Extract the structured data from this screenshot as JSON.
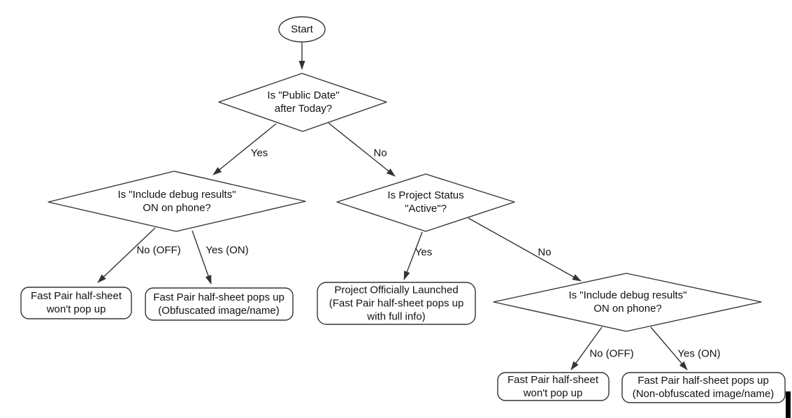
{
  "diagram": {
    "nodes": {
      "start": {
        "type": "terminator",
        "label": "Start"
      },
      "q_public_date": {
        "type": "decision",
        "label": "Is \"Public Date\"\nafter Today?"
      },
      "q_debug_left": {
        "type": "decision",
        "label": "Is \"Include debug results\"\nON on phone?"
      },
      "q_status": {
        "type": "decision",
        "label": "Is Project Status\n\"Active\"?"
      },
      "q_debug_right": {
        "type": "decision",
        "label": "Is \"Include debug results\"\nON on phone?"
      },
      "r_no_popup_left": {
        "type": "result",
        "label": "Fast Pair half-sheet\nwon't pop up"
      },
      "r_obfuscated": {
        "type": "result",
        "label": "Fast Pair half-sheet pops up\n(Obfuscated image/name)"
      },
      "r_launched": {
        "type": "result",
        "label": "Project Officially Launched\n(Fast Pair half-sheet pops up\nwith full info)"
      },
      "r_no_popup_right": {
        "type": "result",
        "label": "Fast Pair half-sheet\nwon't pop up"
      },
      "r_non_obfuscated": {
        "type": "result",
        "label": "Fast Pair half-sheet pops up\n(Non-obfuscated image/name)"
      }
    },
    "edge_labels": {
      "public_date_yes": "Yes",
      "public_date_no": "No",
      "debug_left_no": "No (OFF)",
      "debug_left_yes": "Yes (ON)",
      "status_yes": "Yes",
      "status_no": "No",
      "debug_right_no": "No (OFF)",
      "debug_right_yes": "Yes (ON)"
    },
    "colors": {
      "line": "#333333",
      "text": "#111111",
      "shape_fill": "#ffffff",
      "background": "#ffffff",
      "cursor_bar": "#000000"
    }
  }
}
